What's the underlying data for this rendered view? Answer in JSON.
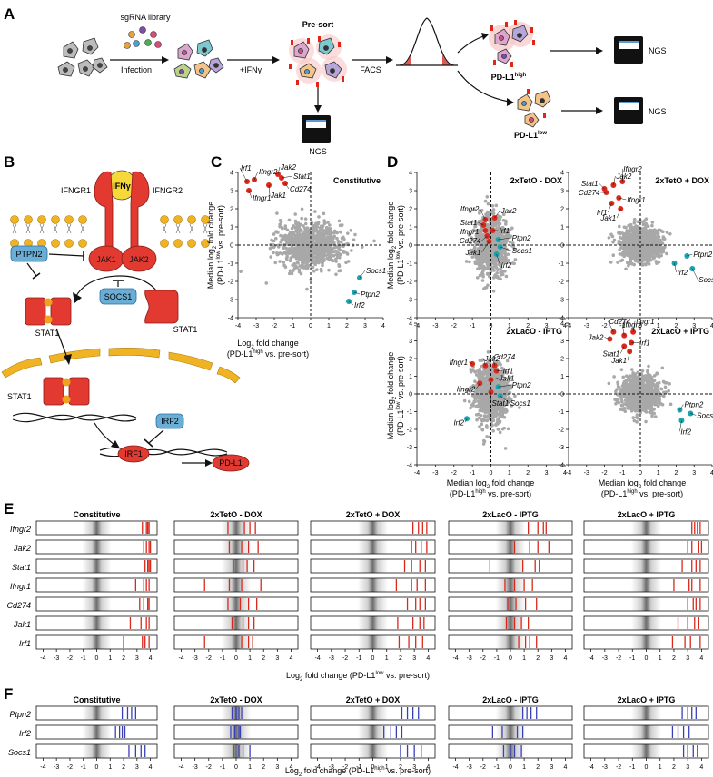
{
  "panel_labels": {
    "a": "A",
    "b": "B",
    "c": "C",
    "d": "D",
    "e": "E",
    "f": "F"
  },
  "panel_a": {
    "sgrna_library": "sgRNA library",
    "infection": "Infection",
    "ifng": "+IFNγ",
    "presort": "Pre-sort",
    "facs": "FACS",
    "ngs": "NGS",
    "pdl1_high": "PD-L1",
    "pdl1_high_sup": "high",
    "pdl1_low": "PD-L1",
    "pdl1_low_sup": "low"
  },
  "panel_b": {
    "ifng": "IFNγ",
    "ifngr1": "IFNGR1",
    "ifngr2": "IFNGR2",
    "jak1": "JAK1",
    "jak2": "JAK2",
    "ptpn2": "PTPN2",
    "socs1": "SOCS1",
    "stat1_free": "STAT1",
    "stat1_dimer": "STAT1",
    "stat1_nuc": "STAT1",
    "irf2": "IRF2",
    "irf1": "IRF1",
    "pdl1": "PD-L1"
  },
  "scatter_axes": {
    "x_main": "Median log",
    "x_sub": "2",
    "x_rest": " fold change",
    "x_paren": "(PD-L1",
    "x_sup": "high",
    "x_paren_end": " vs. pre-sort)",
    "c_x_main": "Log",
    "y_main": "Median log",
    "y_sub": "2",
    "y_rest": " fold change",
    "y_paren": "(PD-L1",
    "y_sup": "low",
    "y_paren_end": " vs. pre-sort)"
  },
  "chart_data": [
    {
      "type": "scatter",
      "panel": "C",
      "title": "Constitutive",
      "xlim": [
        -4,
        4
      ],
      "ylim": [
        -4,
        4
      ],
      "xticks": [
        "-4",
        "-3",
        "-2",
        "-1",
        "0",
        "1",
        "2",
        "3",
        "4"
      ],
      "yticks": [
        "-4",
        "-3",
        "-2",
        "-1",
        "0",
        "1",
        "2",
        "3",
        "4"
      ],
      "xlabel": "Log2 fold change (PD-L1high vs. pre-sort)",
      "ylabel": "Median log2 fold change (PD-L1low vs. pre-sort)",
      "positive_hits": [
        {
          "gene": "Irf1",
          "x": -3.5,
          "y": 3.5
        },
        {
          "gene": "Ifngr2",
          "x": -3.1,
          "y": 3.6
        },
        {
          "gene": "Jak2",
          "x": -1.8,
          "y": 3.9
        },
        {
          "gene": "Stat1",
          "x": -1.6,
          "y": 3.7
        },
        {
          "gene": "Ifngr1",
          "x": -3.4,
          "y": 3.0
        },
        {
          "gene": "Jak1",
          "x": -2.3,
          "y": 3.3
        },
        {
          "gene": "Cd274",
          "x": -1.4,
          "y": 3.4
        }
      ],
      "negative_hits": [
        {
          "gene": "Socs1",
          "x": 2.7,
          "y": -1.8
        },
        {
          "gene": "Ptpn2",
          "x": 2.4,
          "y": -2.6
        },
        {
          "gene": "Irf2",
          "x": 2.1,
          "y": -3.1
        }
      ]
    },
    {
      "type": "scatter",
      "panel": "D",
      "title": "2xTetO - DOX",
      "xlim": [
        -4,
        4
      ],
      "ylim": [
        -4,
        4
      ],
      "positive_hits": [
        {
          "gene": "Ifngr2",
          "x": -0.3,
          "y": 1.4
        },
        {
          "gene": "Jak2",
          "x": 0.2,
          "y": 1.5
        },
        {
          "gene": "Stat1",
          "x": -0.4,
          "y": 1.1
        },
        {
          "gene": "Ifngr1",
          "x": -0.3,
          "y": 0.8
        },
        {
          "gene": "Irf1",
          "x": 0.1,
          "y": 0.8
        },
        {
          "gene": "Cd274",
          "x": -0.2,
          "y": 0.5
        },
        {
          "gene": "Jak1",
          "x": -0.1,
          "y": 0.2
        }
      ],
      "negative_hits": [
        {
          "gene": "Ptpn2",
          "x": 0.4,
          "y": 0.3
        },
        {
          "gene": "Socs1",
          "x": 0.5,
          "y": -0.1
        },
        {
          "gene": "Irf2",
          "x": 0.3,
          "y": -0.5
        }
      ]
    },
    {
      "type": "scatter",
      "panel": "D",
      "title": "2xTetO + DOX",
      "xlim": [
        -4,
        4
      ],
      "ylim": [
        -4,
        4
      ],
      "positive_hits": [
        {
          "gene": "Stat1",
          "x": -2.0,
          "y": 3.1
        },
        {
          "gene": "Jak2",
          "x": -1.5,
          "y": 3.3
        },
        {
          "gene": "Ifngr2",
          "x": -1.0,
          "y": 3.5
        },
        {
          "gene": "Cd274",
          "x": -1.9,
          "y": 2.9
        },
        {
          "gene": "Ifngr1",
          "x": -1.2,
          "y": 2.6
        },
        {
          "gene": "Irf1",
          "x": -1.6,
          "y": 2.3
        },
        {
          "gene": "Jak1",
          "x": -1.1,
          "y": 2.0
        }
      ],
      "negative_hits": [
        {
          "gene": "Ptpn2",
          "x": 2.6,
          "y": -0.6
        },
        {
          "gene": "Irf2",
          "x": 1.9,
          "y": -1.0
        },
        {
          "gene": "Socs1",
          "x": 2.9,
          "y": -1.3
        }
      ]
    },
    {
      "type": "scatter",
      "panel": "D",
      "title": "2xLacO - IPTG",
      "xlim": [
        -4,
        4
      ],
      "ylim": [
        -4,
        4
      ],
      "positive_hits": [
        {
          "gene": "Ifngr1",
          "x": -1.0,
          "y": 1.7
        },
        {
          "gene": "Jak2",
          "x": -0.3,
          "y": 1.6
        },
        {
          "gene": "Cd274",
          "x": 0.2,
          "y": 1.6
        },
        {
          "gene": "Irf1",
          "x": 0.3,
          "y": 1.3
        },
        {
          "gene": "Jak1",
          "x": 0.0,
          "y": 0.8
        },
        {
          "gene": "Ifngr2",
          "x": -0.6,
          "y": 0.6
        },
        {
          "gene": "Stat1",
          "x": 0.0,
          "y": 0.1
        }
      ],
      "negative_hits": [
        {
          "gene": "Ptpn2",
          "x": 0.4,
          "y": 0.4
        },
        {
          "gene": "Socs1",
          "x": 0.5,
          "y": -0.1
        },
        {
          "gene": "Irf2",
          "x": -1.3,
          "y": -1.4
        }
      ]
    },
    {
      "type": "scatter",
      "panel": "D",
      "title": "2xLacO + IPTG",
      "xlim": [
        -4,
        4
      ],
      "ylim": [
        -4,
        4
      ],
      "positive_hits": [
        {
          "gene": "Cd274",
          "x": -1.5,
          "y": 3.5
        },
        {
          "gene": "Ifngr2",
          "x": -0.9,
          "y": 3.3
        },
        {
          "gene": "Ifngr1",
          "x": -0.4,
          "y": 3.5
        },
        {
          "gene": "Jak2",
          "x": -1.7,
          "y": 3.1
        },
        {
          "gene": "Irf1",
          "x": -0.5,
          "y": 2.9
        },
        {
          "gene": "Stat1",
          "x": -0.9,
          "y": 2.7
        },
        {
          "gene": "Jak1",
          "x": -0.6,
          "y": 2.4
        }
      ],
      "negative_hits": [
        {
          "gene": "Ptpn2",
          "x": 2.2,
          "y": -0.9
        },
        {
          "gene": "Socs1",
          "x": 2.8,
          "y": -1.1
        },
        {
          "gene": "Irf2",
          "x": 2.3,
          "y": -1.5
        }
      ]
    },
    {
      "type": "strip",
      "panel": "E",
      "conditions": [
        "Constitutive",
        "2xTetO - DOX",
        "2xTetO + DOX",
        "2xLacO - IPTG",
        "2xLacO + IPTG"
      ],
      "genes": [
        "Ifngr2",
        "Jak2",
        "Stat1",
        "Ifngr1",
        "Cd274",
        "Jak1",
        "Irf1"
      ],
      "xticks": [
        "-4",
        "-3",
        "-2",
        "-1",
        "0",
        "1",
        "2",
        "3",
        "4"
      ],
      "xlim": [
        -4.5,
        4.5
      ],
      "xlabel": "Log2 fold change (PD-L1low vs. pre-sort)",
      "sgrna_lfc": [
        [
          [
            3.4,
            3.7,
            3.8,
            3.9
          ],
          [
            -0.6,
            0.6,
            1.0,
            1.4
          ],
          [
            2.9,
            3.3,
            3.6,
            3.9
          ],
          [
            1.3,
            2.0,
            2.4,
            2.6
          ],
          [
            3.3,
            3.5,
            3.7,
            3.9
          ]
        ],
        [
          [
            3.5,
            3.7,
            3.9,
            4.0
          ],
          [
            -0.5,
            0.4,
            0.9,
            1.6
          ],
          [
            2.8,
            3.1,
            3.5,
            3.9
          ],
          [
            0.3,
            1.4,
            2.0,
            2.8
          ],
          [
            3.0,
            3.3,
            3.8,
            4.0
          ]
        ],
        [
          [
            3.6,
            3.8,
            3.9,
            4.0
          ],
          [
            -0.2,
            0.5,
            0.8,
            1.3
          ],
          [
            2.3,
            2.8,
            3.4,
            3.8
          ],
          [
            -1.5,
            0.9,
            1.8,
            2.1
          ],
          [
            2.6,
            3.3,
            3.6,
            3.9
          ]
        ],
        [
          [
            2.9,
            3.5,
            3.7,
            3.9
          ],
          [
            -2.3,
            -0.5,
            0.4,
            1.8
          ],
          [
            1.7,
            2.8,
            3.2,
            3.8
          ],
          [
            -0.4,
            0.3,
            1.0,
            1.6
          ],
          [
            2.0,
            3.1,
            3.3,
            3.9
          ]
        ],
        [
          [
            3.2,
            3.5,
            3.8,
            3.9
          ],
          [
            -0.6,
            0.3,
            0.9,
            1.5
          ],
          [
            2.5,
            3.1,
            3.4,
            3.8
          ],
          [
            -0.2,
            0.4,
            1.1,
            1.9
          ],
          [
            3.0,
            3.4,
            3.6,
            3.9
          ]
        ],
        [
          [
            2.5,
            3.3,
            3.7,
            3.9
          ],
          [
            -0.3,
            0.5,
            0.9,
            1.3
          ],
          [
            1.8,
            2.9,
            3.4,
            3.7
          ],
          [
            -0.3,
            0.3,
            0.8,
            1.3
          ],
          [
            2.3,
            3.0,
            3.5,
            3.8
          ]
        ],
        [
          [
            2.0,
            3.4,
            3.6,
            3.9
          ],
          [
            -2.3,
            0.4,
            0.9,
            1.2
          ],
          [
            1.9,
            2.6,
            3.1,
            3.6
          ],
          [
            0.6,
            1.1,
            1.4,
            1.9
          ],
          [
            1.9,
            2.8,
            3.2,
            3.9
          ]
        ]
      ]
    },
    {
      "type": "strip",
      "panel": "F",
      "conditions": [
        "Constitutive",
        "2xTetO - DOX",
        "2xTetO + DOX",
        "2xLacO - IPTG",
        "2xLacO + IPTG"
      ],
      "genes": [
        "Ptpn2",
        "Irf2",
        "Socs1"
      ],
      "xticks": [
        "-4",
        "-3",
        "-2",
        "-1",
        "0",
        "1",
        "2",
        "3",
        "4"
      ],
      "xlim": [
        -4.5,
        4.5
      ],
      "xlabel": "Log2 fold change (PD-L1high vs. pre-sort)",
      "sgrna_lfc": [
        [
          [
            1.9,
            2.3,
            2.6,
            2.9
          ],
          [
            -0.3,
            0.0,
            0.2,
            0.4
          ],
          [
            2.1,
            2.5,
            2.9,
            3.3
          ],
          [
            0.9,
            1.2,
            1.5,
            1.9
          ],
          [
            2.6,
            3.0,
            3.3,
            3.6
          ]
        ],
        [
          [
            1.4,
            1.7,
            1.9,
            2.1
          ],
          [
            -0.4,
            -0.1,
            0.2,
            0.3
          ],
          [
            0.8,
            1.3,
            1.7,
            2.1
          ],
          [
            -1.3,
            -0.6,
            0.5,
            0.9
          ],
          [
            1.9,
            2.3,
            2.7,
            3.1
          ]
        ],
        [
          [
            2.4,
            2.9,
            3.3,
            3.6
          ],
          [
            -0.2,
            0.2,
            0.5,
            1.0
          ],
          [
            2.0,
            2.5,
            3.0,
            3.5
          ],
          [
            -0.5,
            0.0,
            0.3,
            0.8
          ],
          [
            2.7,
            3.0,
            3.4,
            3.7
          ]
        ]
      ]
    }
  ],
  "strip_axis": {
    "e_main": "Log",
    "e_sub": "2",
    "e_rest": " fold change (PD-L1",
    "e_sup": "low",
    "e_end": " vs. pre-sort)",
    "f_sup": "high"
  },
  "colors": {
    "positive": "#d9291c",
    "negative": "#1aa3ad",
    "sg_pos": "#d9291c",
    "sg_neg": "#3840b8",
    "cloud": "#a8a8a8",
    "membrane": "#f0b323",
    "jak": "#e23a30",
    "inhibitor": "#6aaed6"
  }
}
